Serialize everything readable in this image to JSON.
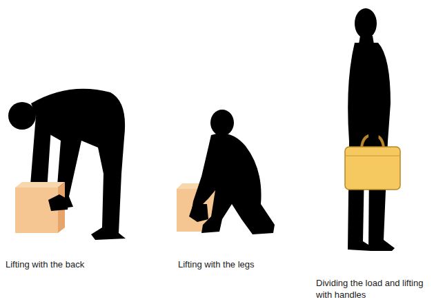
{
  "diagram": {
    "labels": [
      "Lifting with the back",
      "Lifting with the legs",
      "Dividing the load and lifting with handles"
    ]
  }
}
